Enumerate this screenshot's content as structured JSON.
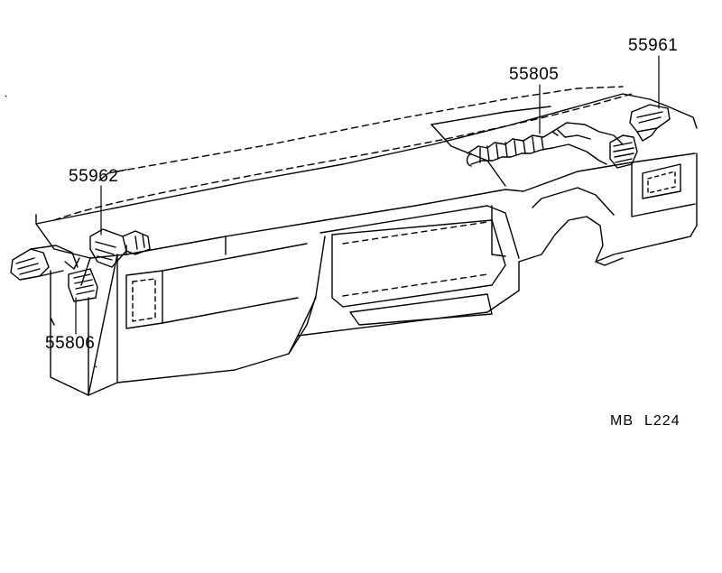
{
  "parts": [
    {
      "id": "p1",
      "number": "55961"
    },
    {
      "id": "p2",
      "number": "55805"
    },
    {
      "id": "p3",
      "number": "55962"
    },
    {
      "id": "p4",
      "number": "55806"
    }
  ],
  "diagram_code": {
    "left": "MB",
    "right": "L224"
  },
  "colors": {
    "ink": "#000000",
    "paper": "#ffffff"
  }
}
